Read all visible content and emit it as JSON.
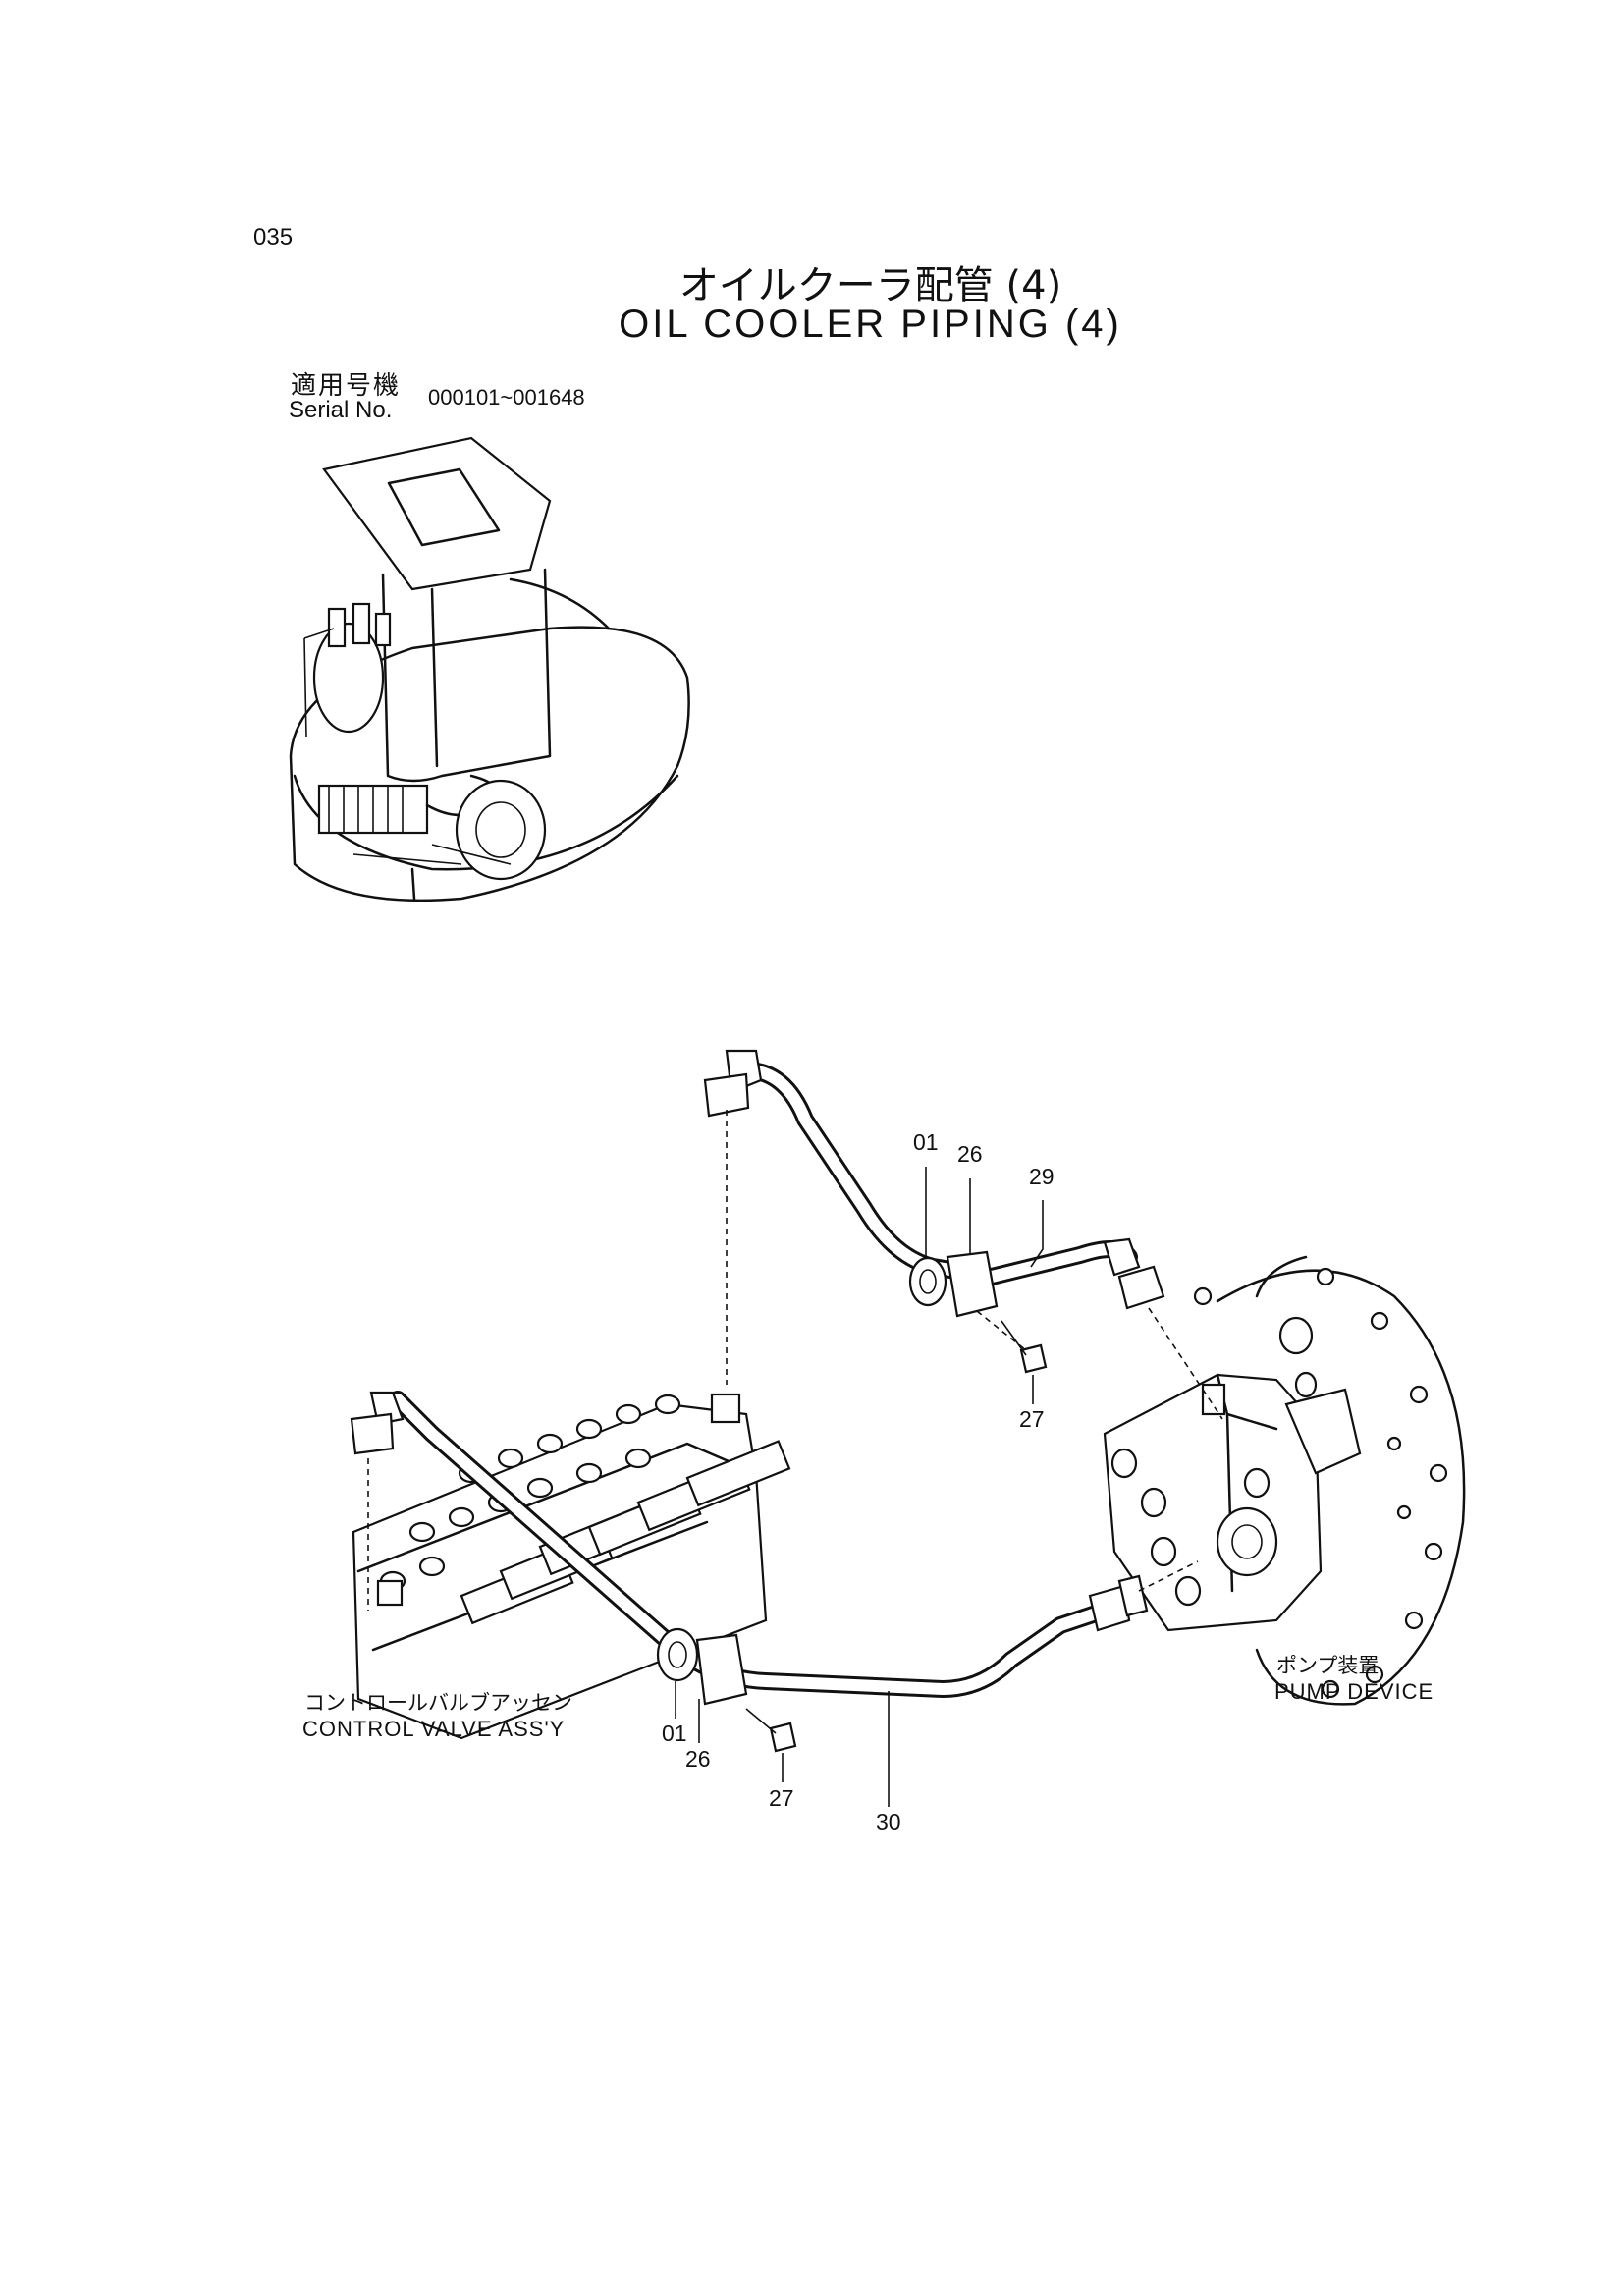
{
  "page_number": "035",
  "title": {
    "jp": "オイルクーラ配管 (4)",
    "en": "OIL COOLER PIPING (4)"
  },
  "serial": {
    "label_jp": "適用号機",
    "label_en": "Serial No.",
    "range": "000101~001648"
  },
  "callouts": {
    "c01_top": "01",
    "c26_top": "26",
    "c29": "29",
    "c27_top": "27",
    "c01_bottom": "01",
    "c26_bottom": "26",
    "c27_bottom": "27",
    "c30": "30"
  },
  "labels": {
    "control_valve_jp": "コントロールバルブアッセン",
    "control_valve_en": "CONTROL VALVE ASS'Y",
    "pump_jp": "ポンプ装置",
    "pump_en": "PUMP DEVICE"
  }
}
